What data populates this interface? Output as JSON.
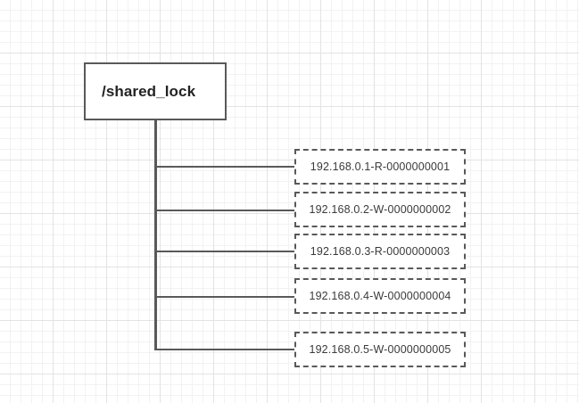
{
  "diagram": {
    "title": "/shared_lock",
    "root": {
      "label": "/shared_lock"
    },
    "children": [
      {
        "label": "192.168.0.1-R-0000000001",
        "ip": "192.168.0.1",
        "mode": "R",
        "sequence": "0000000001"
      },
      {
        "label": "192.168.0.2-W-0000000002",
        "ip": "192.168.0.2",
        "mode": "W",
        "sequence": "0000000002"
      },
      {
        "label": "192.168.0.3-R-0000000003",
        "ip": "192.168.0.3",
        "mode": "R",
        "sequence": "0000000003"
      },
      {
        "label": "192.168.0.4-W-0000000004",
        "ip": "192.168.0.4",
        "mode": "W",
        "sequence": "0000000004"
      },
      {
        "label": "192.168.0.5-W-0000000005",
        "ip": "192.168.0.5",
        "mode": "W",
        "sequence": "0000000005"
      }
    ],
    "colors": {
      "node_border": "#595959",
      "connector": "#595959",
      "root_text": "#232323",
      "leaf_text": "#3a3a3a",
      "canvas_background": "#ffffff",
      "grid_minor": "#f2f2f2",
      "grid_major": "#e3e3e3"
    }
  }
}
